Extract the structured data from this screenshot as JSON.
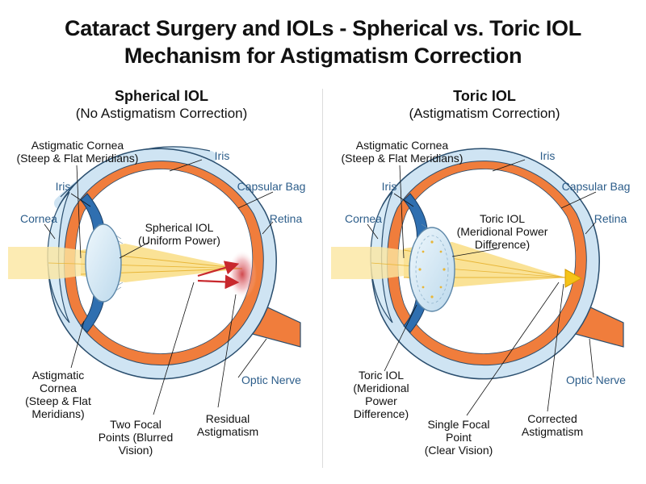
{
  "title": {
    "line1": "Cataract Surgery and IOLs - Spherical vs. Toric IOL",
    "line2": "Mechanism for Astigmatism Correction"
  },
  "panels": {
    "left": {
      "heading": "Spherical IOL",
      "subheading": "(No Astigmatism Correction)",
      "labels": {
        "astig_cornea_top": [
          "Astigmatic Cornea",
          "(Steep & Flat Meridians)"
        ],
        "iris_upper": "Iris",
        "iris_left": "Iris",
        "capsular_bag": "Capsular Bag",
        "cornea": "Cornea",
        "retina": "Retina",
        "iol": [
          "Spherical IOL",
          "(Uniform Power)"
        ],
        "optic_nerve": "Optic Nerve",
        "astig_cornea_bottom": [
          "Astigmatic",
          "Cornea",
          "(Steep & Flat",
          "Meridians)"
        ],
        "focal_points": [
          "Two Focal",
          "Points (Blurred",
          "Vision)"
        ],
        "residual": [
          "Residual",
          "Astigmatism"
        ]
      }
    },
    "right": {
      "heading": "Toric IOL",
      "subheading": "(Astigmatism Correction)",
      "labels": {
        "astig_cornea_top": [
          "Astigmatic Cornea",
          "(Steep & Flat Meridians)"
        ],
        "iris_upper": "Iris",
        "iris_left": "Iris",
        "capsular_bag": "Capsular Bag",
        "cornea": "Cornea",
        "retina": "Retina",
        "iol": [
          "Toric IOL",
          "(Meridional Power",
          "Difference)"
        ],
        "optic_nerve": "Optic Nerve",
        "iol_bottom": [
          "Toric IOL",
          "(Meridional",
          "Power",
          "Difference)"
        ],
        "focal_point": [
          "Single Focal",
          "Point",
          "(Clear Vision)"
        ],
        "corrected": [
          "Corrected",
          "Astigmatism"
        ]
      }
    }
  },
  "colors": {
    "label_blue": "#2c5d8a",
    "sclera_blue": "#cfe4f3",
    "iris_blue": "#2f6fb0",
    "retina_orange": "#f07d3c",
    "light_beam": "#fbe6a0",
    "focus_red": "#c8282d"
  }
}
